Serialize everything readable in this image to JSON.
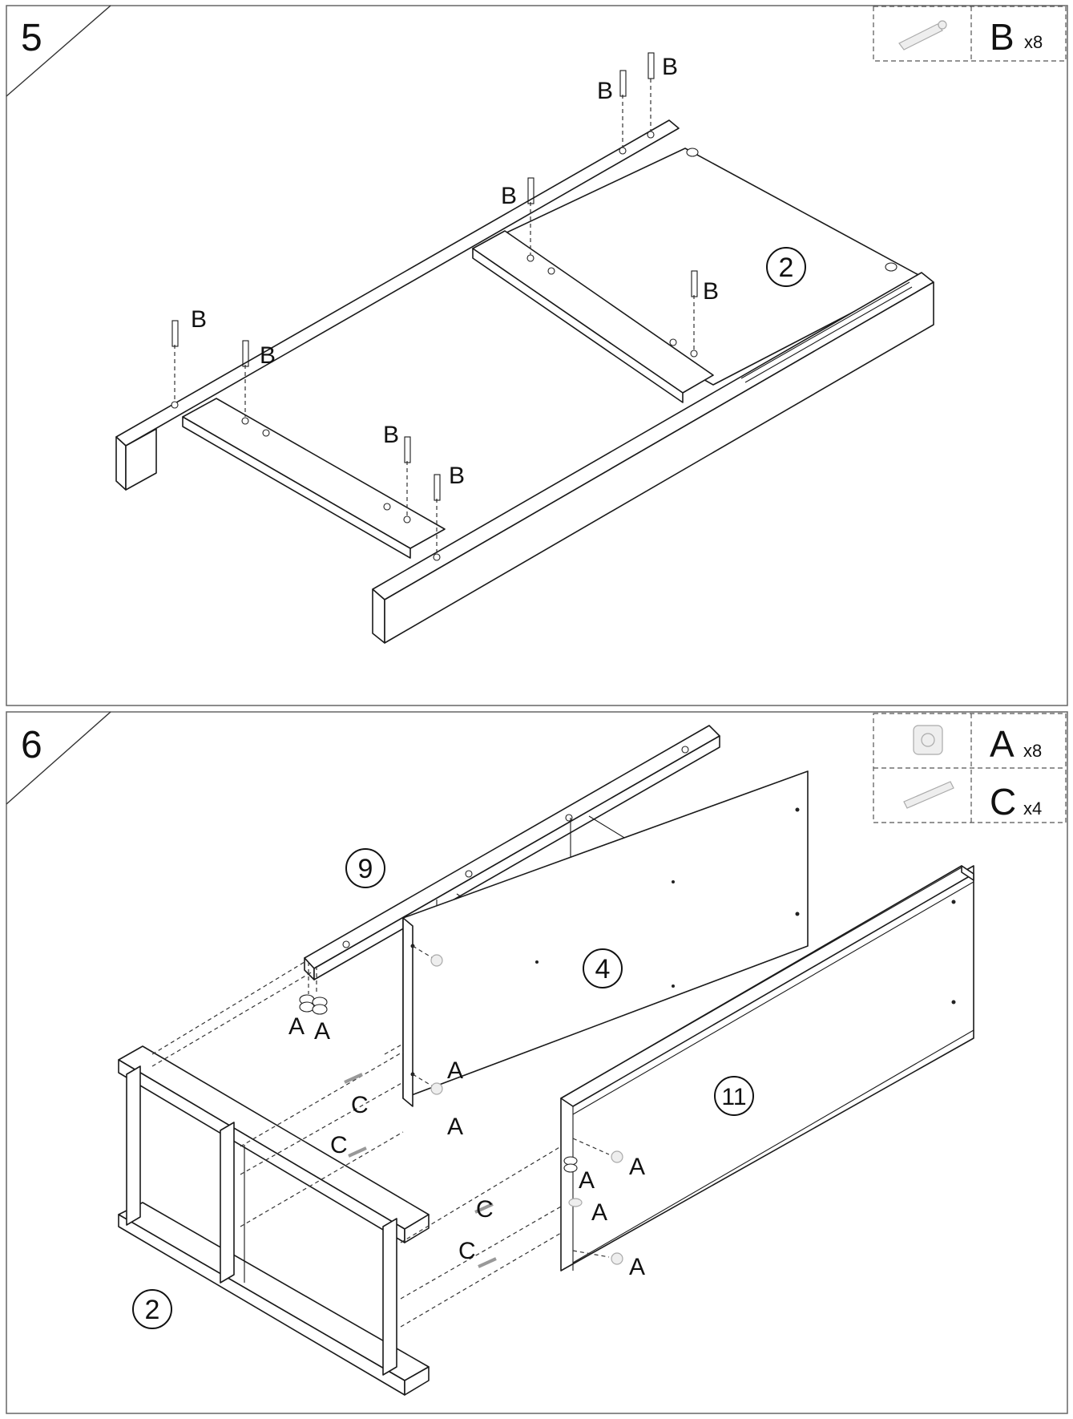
{
  "step5": {
    "number": "5",
    "hardware": {
      "letter": "B",
      "qty": "x8",
      "icon": "bolt-icon"
    },
    "part_number": "2",
    "bolt_label": "B"
  },
  "step6": {
    "number": "6",
    "hardware": [
      {
        "letter": "A",
        "qty": "x8",
        "icon": "cam-lock-icon"
      },
      {
        "letter": "C",
        "qty": "x4",
        "icon": "dowel-icon"
      }
    ],
    "parts": {
      "top_rail": "9",
      "middle_panel": "4",
      "side_panel": "11",
      "frame": "2"
    },
    "cam_label": "A",
    "dowel_label": "C"
  }
}
